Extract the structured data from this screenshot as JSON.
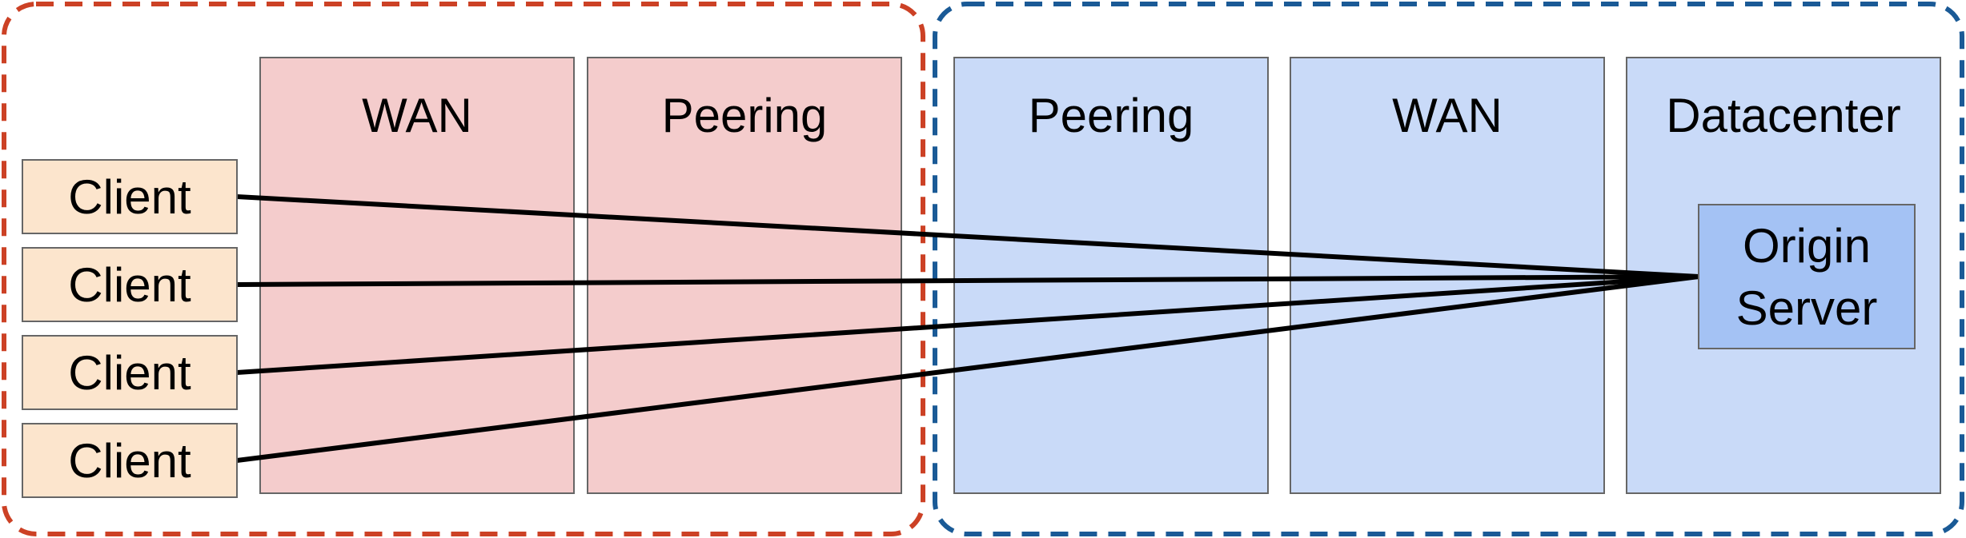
{
  "colors": {
    "red_dash": "#cc4125",
    "blue_dash": "#1a5a96",
    "red_fill": "#f4cccc",
    "blue_fill": "#c9daf8",
    "origin_fill": "#a4c2f4",
    "client_fill": "#fce5cd",
    "box_stroke": "#666666",
    "line": "#000000"
  },
  "zones": [
    {
      "label": "WAN",
      "side": "red"
    },
    {
      "label": "Peering",
      "side": "red"
    },
    {
      "label": "Peering",
      "side": "blue"
    },
    {
      "label": "WAN",
      "side": "blue"
    },
    {
      "label": "Datacenter",
      "side": "blue"
    }
  ],
  "clients": [
    {
      "label": "Client"
    },
    {
      "label": "Client"
    },
    {
      "label": "Client"
    },
    {
      "label": "Client"
    }
  ],
  "origin": {
    "line1": "Origin",
    "line2": "Server"
  }
}
